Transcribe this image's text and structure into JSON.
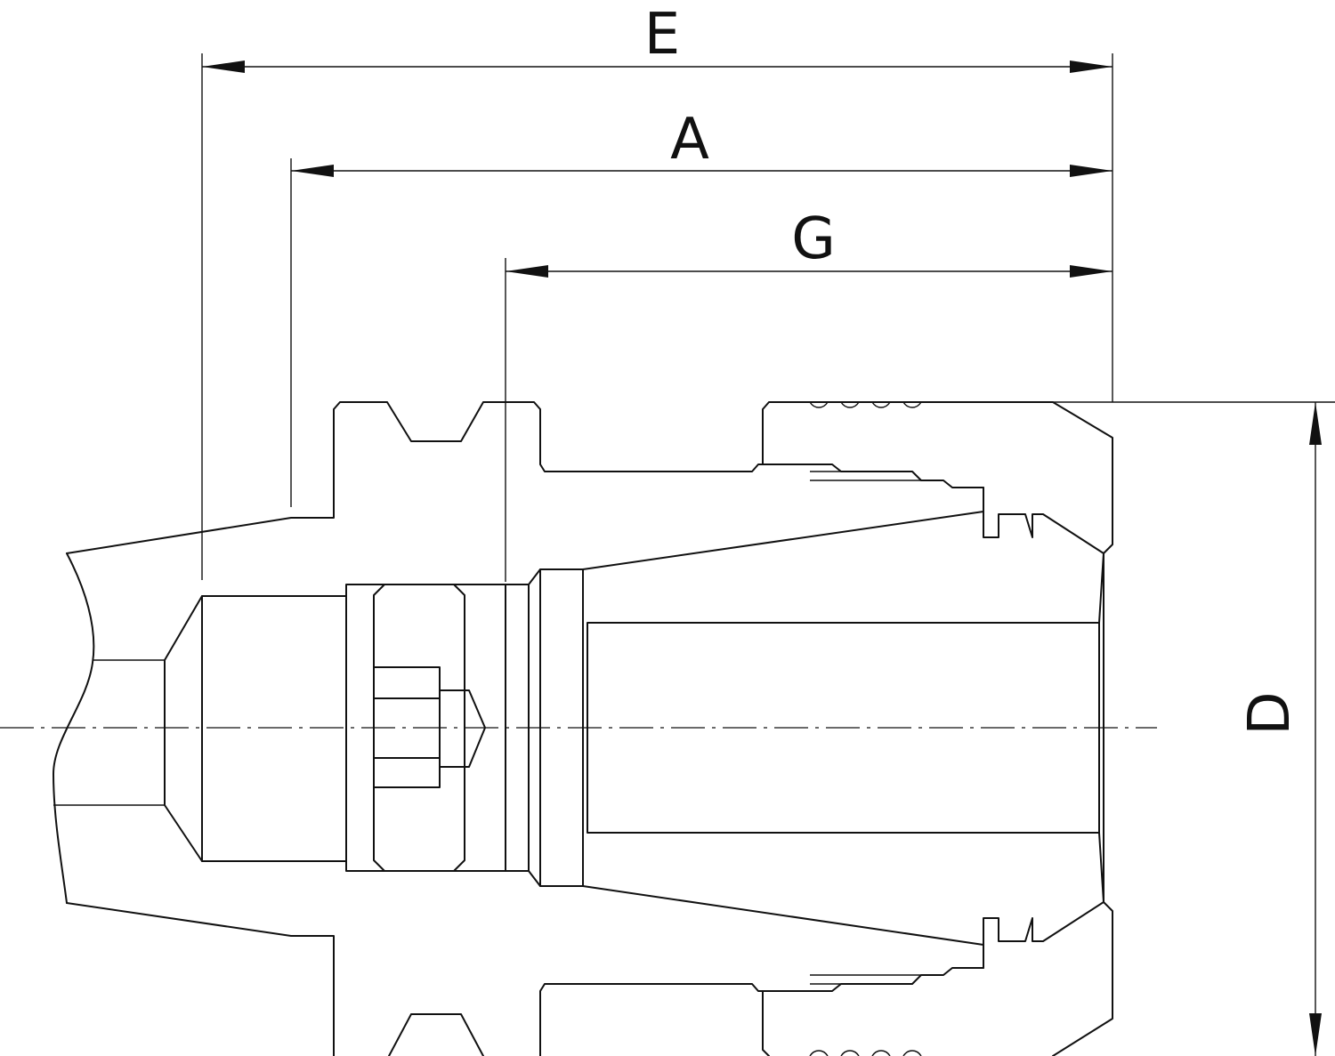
{
  "dimensions": {
    "E": "E",
    "A": "A",
    "G": "G",
    "D": "D"
  },
  "colors": {
    "line": "#111111",
    "background": "#ffffff"
  }
}
